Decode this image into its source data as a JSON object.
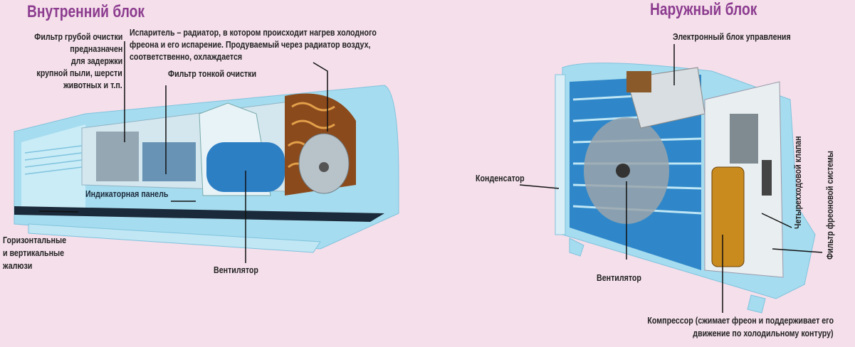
{
  "indoor": {
    "title": "Внутренний блок",
    "coarse_filter": [
      "Фильтр грубой очистки",
      "предназначен",
      "для задержки",
      "крупной пыли, шерсти",
      "животных и т.п."
    ],
    "evaporator": [
      "Испаритель – радиатор, в котором происходит нагрев холодного",
      "фреона и его испарение. Продуваемый через радиатор воздух,",
      "соответственно, охлаждается"
    ],
    "fine_filter": "Фильтр тонкой очистки",
    "indicator_panel": "Индикаторная панель",
    "louvers": [
      "Горизонтальные",
      "и вертикальные",
      "жалюзи"
    ],
    "fan": "Вентилятор"
  },
  "outdoor": {
    "title": "Наружный блок",
    "control_unit": "Электронный блок управления",
    "condenser": "Конденсатор",
    "fan": "Вентилятор",
    "four_way_valve": "Четырехходовой клапан",
    "freon_filter": "Фильтр фреоновой системы",
    "compressor": [
      "Компрессор (сжимает фреон и поддерживает его",
      "движение по холодильному контуру)"
    ]
  },
  "colors": {
    "background": "#f4dfea",
    "title": "#8c3b8f",
    "unit": "#9fd8ee",
    "copper": "#c8822a"
  }
}
